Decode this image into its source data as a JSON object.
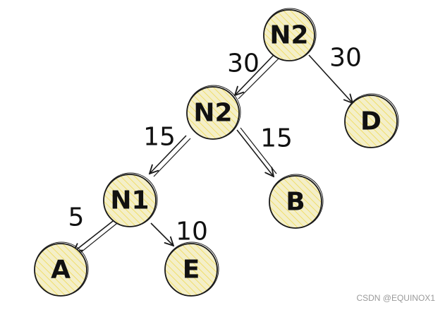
{
  "colors": {
    "node_fill": "#f4efc9",
    "node_hatch": "#f0de6a",
    "stroke": "#1a1a1a"
  },
  "nodes": {
    "root": {
      "label": "N2"
    },
    "n2": {
      "label": "N2"
    },
    "d": {
      "label": "D"
    },
    "n1": {
      "label": "N1"
    },
    "b": {
      "label": "B"
    },
    "a": {
      "label": "A"
    },
    "e": {
      "label": "E"
    }
  },
  "edges": {
    "root_n2": {
      "weight": "30"
    },
    "root_d": {
      "weight": "30"
    },
    "n2_n1": {
      "weight": "15"
    },
    "n2_b": {
      "weight": "15"
    },
    "n1_a": {
      "weight": "5"
    },
    "n1_e": {
      "weight": "10"
    }
  },
  "watermark": "CSDN @EQUINOX1"
}
